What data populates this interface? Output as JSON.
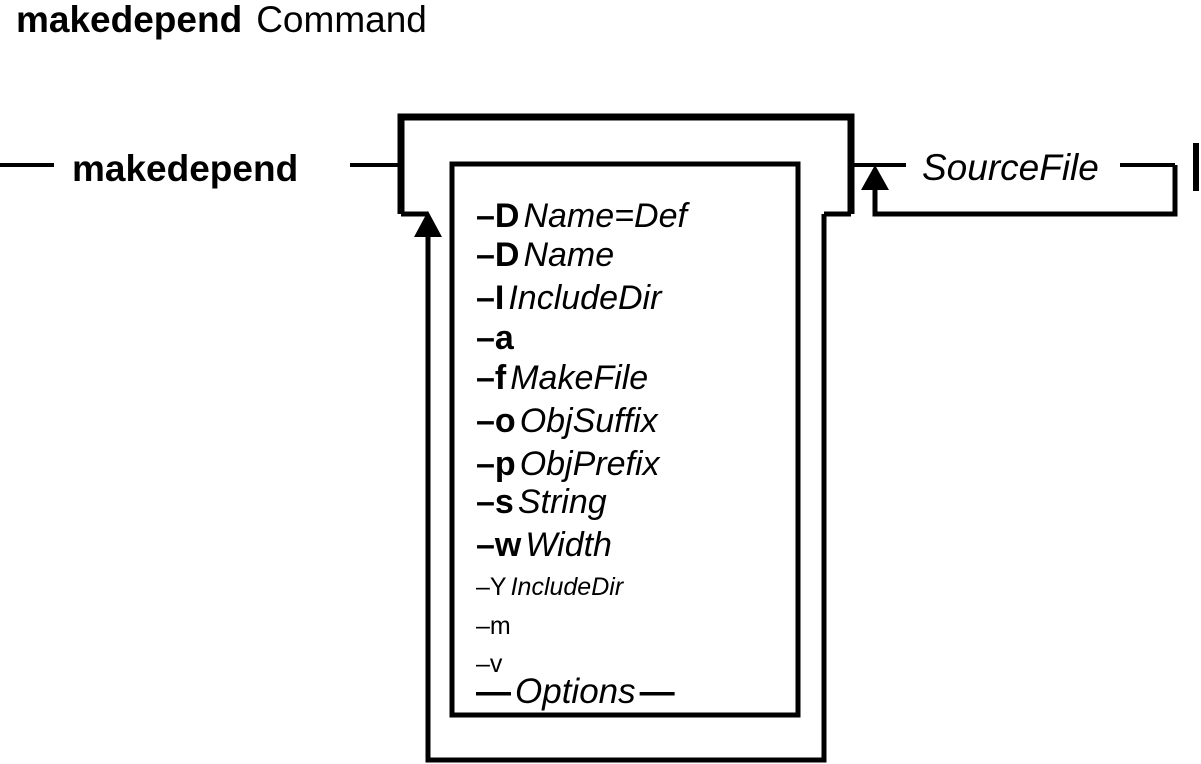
{
  "title": {
    "command": "makedepend",
    "suffix": "Command"
  },
  "command": "makedepend",
  "argument": "SourceFile",
  "options": [
    {
      "flag": "–D",
      "arg": "Name=Def",
      "size": "large"
    },
    {
      "flag": "–D",
      "arg": "Name",
      "size": "large"
    },
    {
      "flag": "–I",
      "arg": "IncludeDir",
      "size": "large"
    },
    {
      "flag": "–a",
      "arg": "",
      "size": "large"
    },
    {
      "flag": "–f",
      "arg": "MakeFile",
      "size": "large"
    },
    {
      "flag": "–o",
      "arg": "ObjSuffix",
      "size": "large"
    },
    {
      "flag": "–p",
      "arg": "ObjPrefix",
      "size": "large"
    },
    {
      "flag": "–s",
      "arg": "String",
      "size": "large"
    },
    {
      "flag": "–w",
      "arg": "Width",
      "size": "large"
    },
    {
      "flag": "–Y",
      "arg": "IncludeDir",
      "size": "small"
    },
    {
      "flag": "–m",
      "arg": "",
      "size": "small"
    },
    {
      "flag": "–v",
      "arg": "",
      "size": "small"
    }
  ],
  "options_ref": {
    "lead": "—",
    "label": "Options",
    "trail": "—"
  }
}
